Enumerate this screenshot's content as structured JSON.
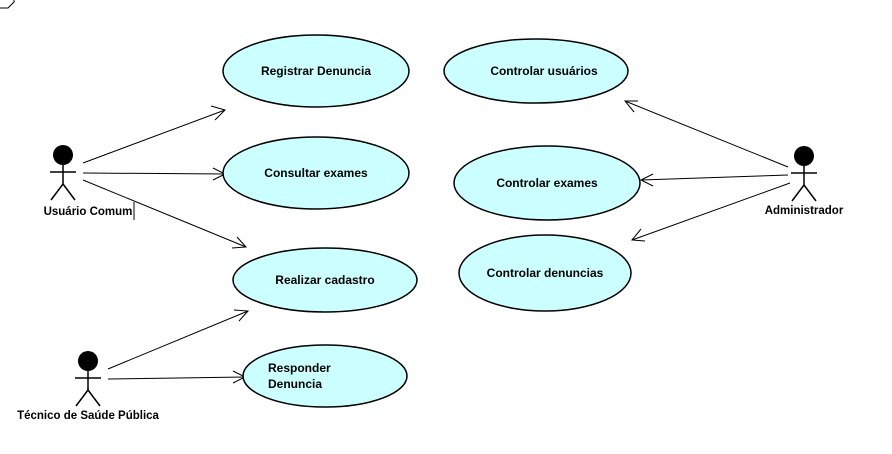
{
  "actors": [
    {
      "id": "usuario",
      "name": "Usuário Comum"
    },
    {
      "id": "tecnico",
      "name": "Técnico de Saúde Pública"
    },
    {
      "id": "admin",
      "name": "Administrador"
    }
  ],
  "use_cases": [
    {
      "id": "registrar",
      "lines": [
        "Registrar Denuncia"
      ]
    },
    {
      "id": "consultar",
      "lines": [
        "Consultar exames"
      ]
    },
    {
      "id": "cadastro",
      "lines": [
        "Realizar cadastro"
      ]
    },
    {
      "id": "responder",
      "lines": [
        "Responder",
        "Denuncia"
      ]
    },
    {
      "id": "ctrl_usuarios",
      "lines": [
        "Controlar usuários"
      ]
    },
    {
      "id": "ctrl_exames",
      "lines": [
        "Controlar exames"
      ]
    },
    {
      "id": "ctrl_denuncias",
      "lines": [
        "Controlar denuncias"
      ]
    }
  ],
  "associations": [
    {
      "from": "usuario",
      "to": "registrar"
    },
    {
      "from": "usuario",
      "to": "consultar"
    },
    {
      "from": "usuario",
      "to": "cadastro"
    },
    {
      "from": "tecnico",
      "to": "cadastro"
    },
    {
      "from": "tecnico",
      "to": "responder"
    },
    {
      "from": "admin",
      "to": "ctrl_usuarios"
    },
    {
      "from": "admin",
      "to": "ctrl_exames"
    },
    {
      "from": "admin",
      "to": "ctrl_denuncias"
    }
  ],
  "colors": {
    "use_case_fill": "#ccffff",
    "stroke": "#000000"
  }
}
